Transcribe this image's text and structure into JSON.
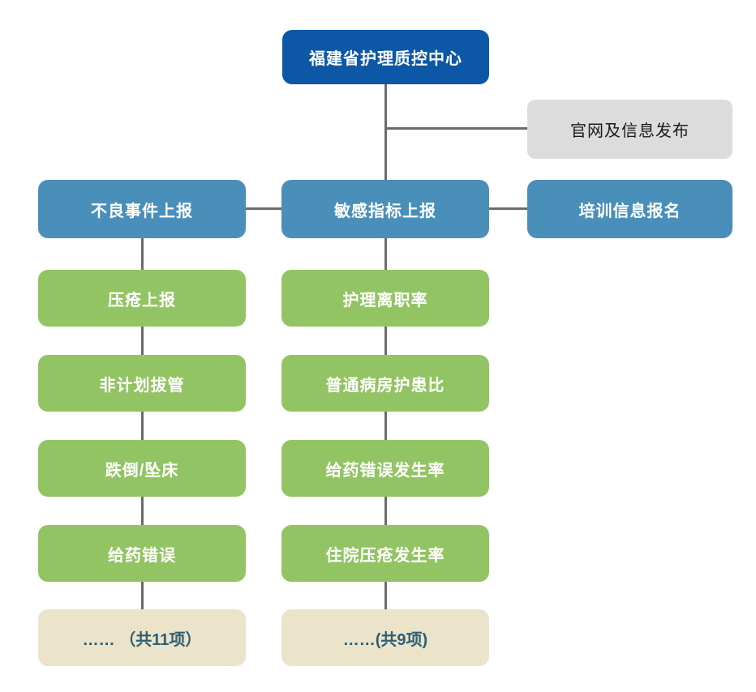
{
  "diagram": {
    "title_node": {
      "label": "福建省护理质控中心"
    },
    "side_node": {
      "label": "官网及信息发布"
    },
    "branches": [
      {
        "label": "不良事件上报",
        "children": [
          "压疮上报",
          "非计划拔管",
          "跌倒/坠床",
          "给药错误"
        ],
        "more": "…… （共11项）"
      },
      {
        "label": "敏感指标上报",
        "children": [
          "护理离职率",
          "普通病房护患比",
          "给药错误发生率",
          "住院压疮发生率"
        ],
        "more": "……(共9项)"
      },
      {
        "label": "培训信息报名",
        "children": [],
        "more": ""
      }
    ],
    "colors": {
      "root_bg": "#0c57a6",
      "branch_bg": "#4a8fba",
      "child_bg": "#93c464",
      "more_bg": "#ebe4ca",
      "more_text": "#2d5f74",
      "side_bg": "#dcdcdc",
      "node_text": "#ffffff",
      "side_text": "#1a1a1a",
      "connector": "#6b6b6b",
      "background": "#ffffff"
    }
  }
}
